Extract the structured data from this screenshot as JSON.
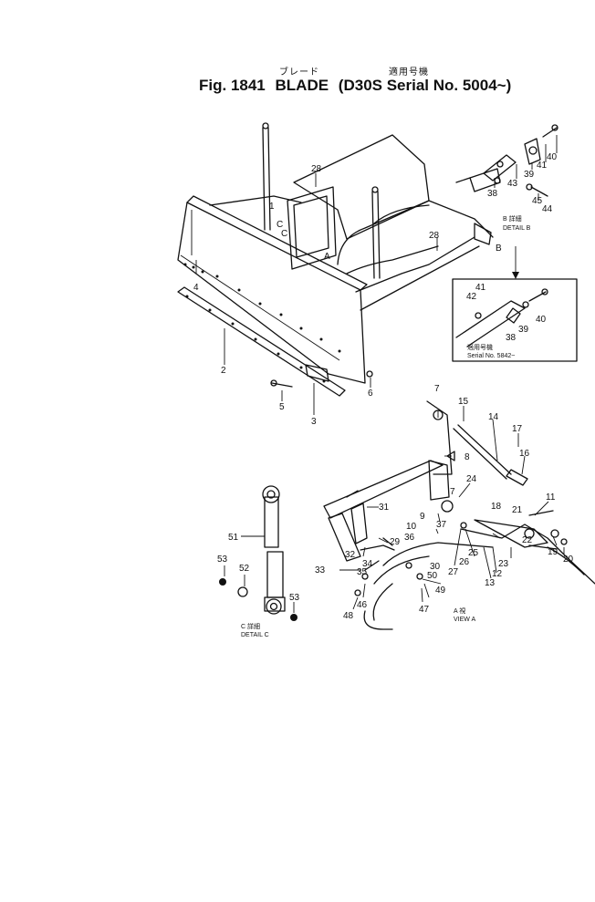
{
  "title": {
    "jp_part_name": "ブレード",
    "jp_serial_note": "適用号機",
    "fig_label": "Fig. 1841",
    "part_name": "BLADE",
    "model_serial": "(D30S Serial No. 5004~)"
  },
  "detail_b": {
    "header": "B 詳細",
    "title": "DETAIL B",
    "serial_jp": "適用号機",
    "serial_note": "Serial No. 5842~"
  },
  "detail_c": {
    "jp": "C 詳細",
    "title": "DETAIL C"
  },
  "view_a": {
    "jp": "A 視",
    "title": "VIEW A"
  },
  "callouts": {
    "c_1": "1",
    "c_2": "2",
    "c_3": "3",
    "c_4": "4",
    "c_5": "5",
    "c_6": "6",
    "c_7a": "7",
    "c_7b": "7",
    "c_8": "8",
    "c_9": "9",
    "c_10": "10",
    "c_11": "11",
    "c_12": "12",
    "c_13": "13",
    "c_14": "14",
    "c_15": "15",
    "c_16": "16",
    "c_17": "17",
    "c_18": "18",
    "c_19": "19",
    "c_20": "20",
    "c_21": "21",
    "c_22": "22",
    "c_23": "23",
    "c_24": "24",
    "c_25": "25",
    "c_26": "26",
    "c_27": "27",
    "c_28a": "28",
    "c_28b": "28",
    "c_29": "29",
    "c_30": "30",
    "c_31": "31",
    "c_32": "32",
    "c_33": "33",
    "c_34": "34",
    "c_35": "35",
    "c_36": "36",
    "c_37": "37",
    "c_38a": "38",
    "c_38b": "38",
    "c_39a": "39",
    "c_39b": "39",
    "c_40a": "40",
    "c_40b": "40",
    "c_41a": "41",
    "c_41b": "41",
    "c_42": "42",
    "c_43": "43",
    "c_44": "44",
    "c_45": "45",
    "c_46": "46",
    "c_47": "47",
    "c_48": "48",
    "c_49": "49",
    "c_50": "50",
    "c_51": "51",
    "c_52": "52",
    "c_53a": "53",
    "c_53b": "53",
    "m_a": "A",
    "m_b": "B",
    "m_c": "C"
  }
}
